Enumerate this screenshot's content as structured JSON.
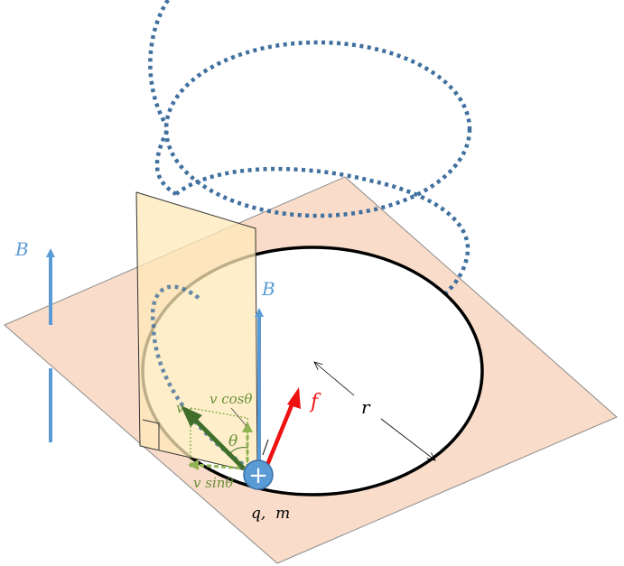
{
  "labels": {
    "b_outer": "B",
    "b_center": "B",
    "force": "f",
    "radius": "r",
    "charge_mass": "q,  m",
    "v": "v",
    "v_cos": "v cosθ",
    "v_sin": "v sinθ",
    "theta": "θ",
    "plus": "+"
  },
  "colors": {
    "plane_fill": "#f9dcc9",
    "side_plane_fill": "#fde9b8",
    "helix": "#41709f",
    "b_arrow": "#5b9bd5",
    "force_arrow": "#ee1111",
    "velocity_arrow": "#3f6f2a",
    "component_green": "#8fb352",
    "orbit": "#000000",
    "charge_fill": "#5b9bd5"
  }
}
